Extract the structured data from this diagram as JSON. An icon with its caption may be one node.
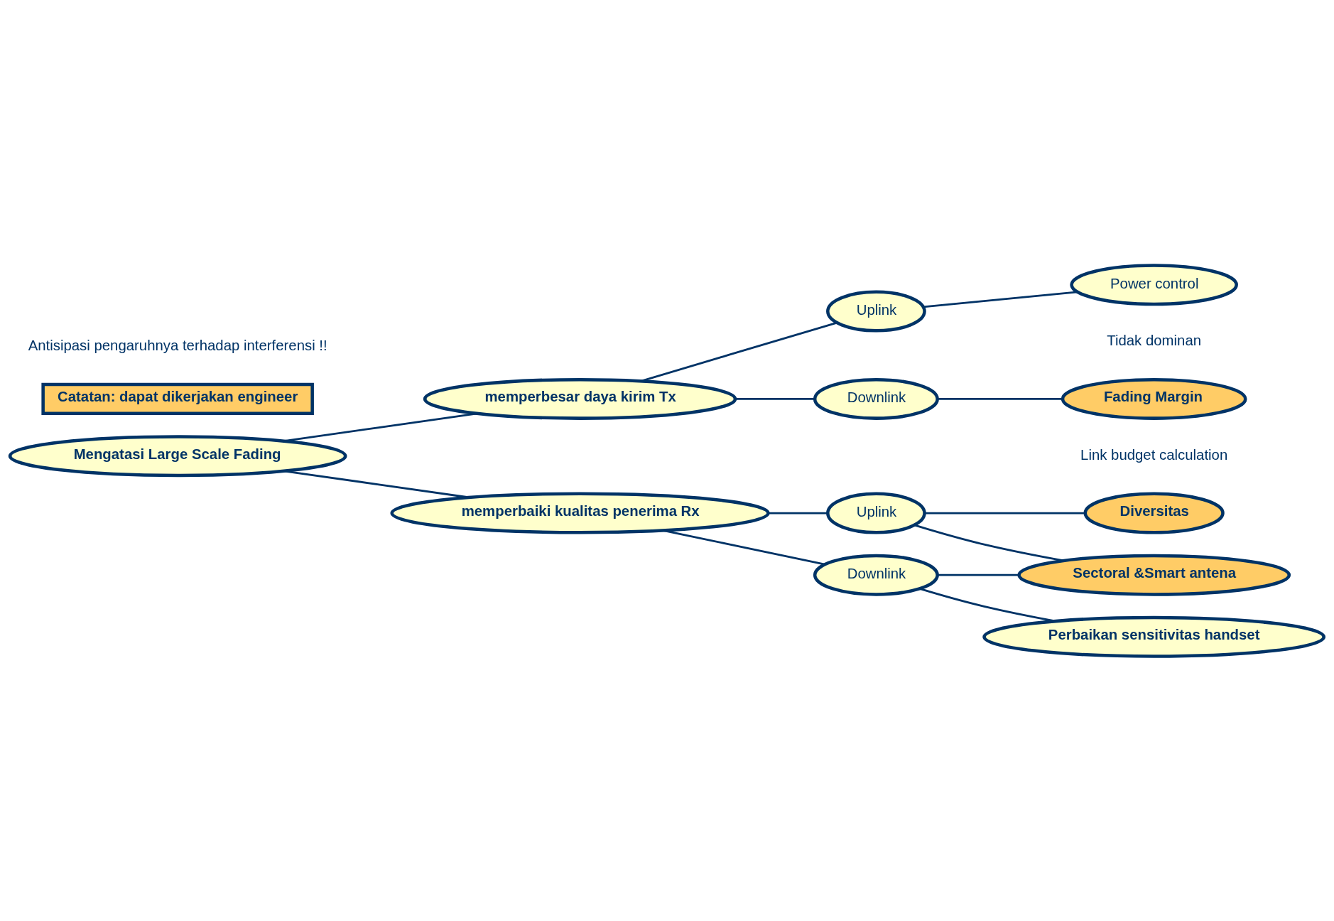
{
  "diagram": {
    "nodes": [
      {
        "text": [
          "Mengatasi Large Scale Fading"
        ]
      },
      {
        "text": [
          "memperbesar daya kirim Tx"
        ]
      },
      {
        "text": [
          "Uplink"
        ]
      },
      {
        "text": [
          "Power control"
        ],
        "beside": [
          "Tidak dominan"
        ]
      },
      {
        "text": [
          "Downlink"
        ]
      },
      {
        "text": [
          "Fading Margin"
        ],
        "beside": [
          "Link budget calculation"
        ]
      },
      {
        "text": [
          "memperbaiki kualitas penerima Rx"
        ]
      },
      {
        "text": [
          "Uplink"
        ]
      },
      {
        "text": [
          "Diversitas"
        ]
      },
      {
        "text": [
          "Sectoral &Smart antena"
        ]
      },
      {
        "text": [
          "Downlink"
        ]
      },
      {
        "text": [
          "Perbaikan sensitivitas handset"
        ]
      },
      {
        "text": [
          "Catatan: dapat dikerjakan engineer"
        ]
      }
    ],
    "edges": [
      {
        "from": 0,
        "to": 1,
        "arrow": "none"
      },
      {
        "from": 1,
        "to": 2,
        "arrow": "none"
      },
      {
        "from": 2,
        "to": 3,
        "arrow": "none"
      },
      {
        "from": 1,
        "to": 4,
        "arrow": "none"
      },
      {
        "from": 4,
        "to": 5,
        "arrow": "none"
      },
      {
        "from": 0,
        "to": 6,
        "arrow": "none"
      },
      {
        "from": 6,
        "to": 7,
        "arrow": "none"
      },
      {
        "from": 7,
        "to": 8,
        "arrow": "none"
      },
      {
        "from": 7,
        "to": 9,
        "arrow": "none"
      },
      {
        "from": 6,
        "to": 10,
        "arrow": "none"
      },
      {
        "from": 10,
        "to": 9,
        "arrow": "none"
      },
      {
        "from": 10,
        "to": 11,
        "arrow": "none"
      }
    ],
    "labels": [
      "Antisipasi pengaruhnya terhadap interferensi !!"
    ]
  }
}
